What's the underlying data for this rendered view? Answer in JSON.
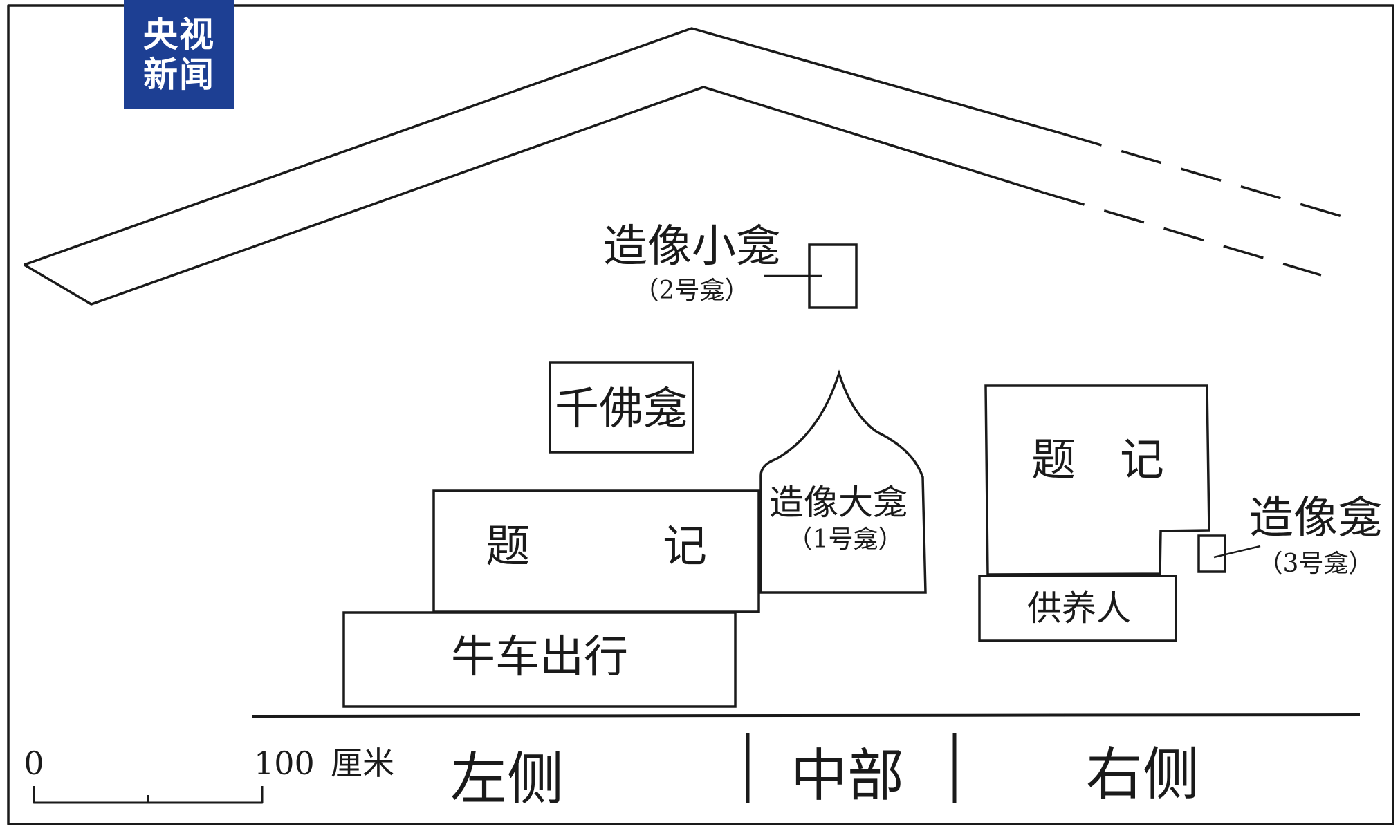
{
  "logo": {
    "line1": "央视",
    "line2": "新闻",
    "color": "#1d3f93"
  },
  "labels": {
    "small_niche": "造像小龛",
    "small_niche_no": "（2号龛）",
    "thousand_buddha": "千佛龛",
    "inscription_left": "题　　　记",
    "inscription_right": "题　记",
    "ox_cart": "牛车出行",
    "big_niche": "造像大龛",
    "big_niche_no": "（1号龛）",
    "donor": "供养人",
    "niche3": "造像龛",
    "niche3_no": "（3号龛）"
  },
  "scale": {
    "zero": "0",
    "hundred": "100",
    "unit": "厘米"
  },
  "sections": {
    "left": "左侧",
    "middle": "中部",
    "right": "右侧"
  }
}
